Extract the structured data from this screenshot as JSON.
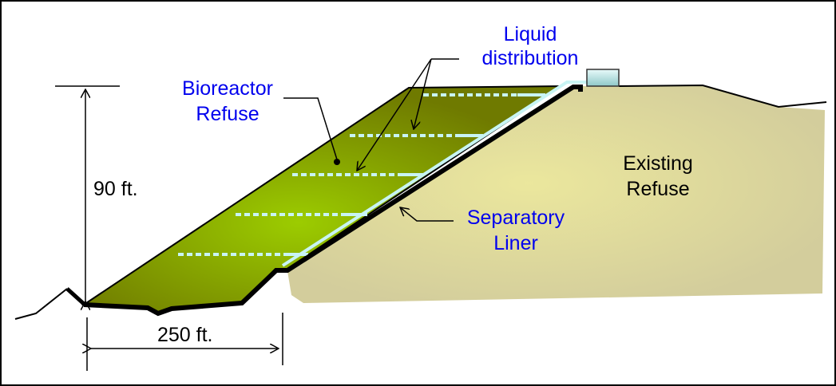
{
  "labels": {
    "liquid_distribution": [
      "Liquid",
      "distribution"
    ],
    "bioreactor_refuse": [
      "Bioreactor",
      "Refuse"
    ],
    "existing_refuse": [
      "Existing",
      "Refuse"
    ],
    "separatory_liner": [
      "Separatory",
      "Liner"
    ],
    "height_dimension": "90 ft.",
    "width_dimension": "250 ft."
  },
  "colors": {
    "callout_text": "#0000ee",
    "bioreactor_fill": "#8fb800",
    "existing_fill": "#ddd79f",
    "liner": "#000000",
    "distribution_pipe": "#c8f4f4"
  }
}
